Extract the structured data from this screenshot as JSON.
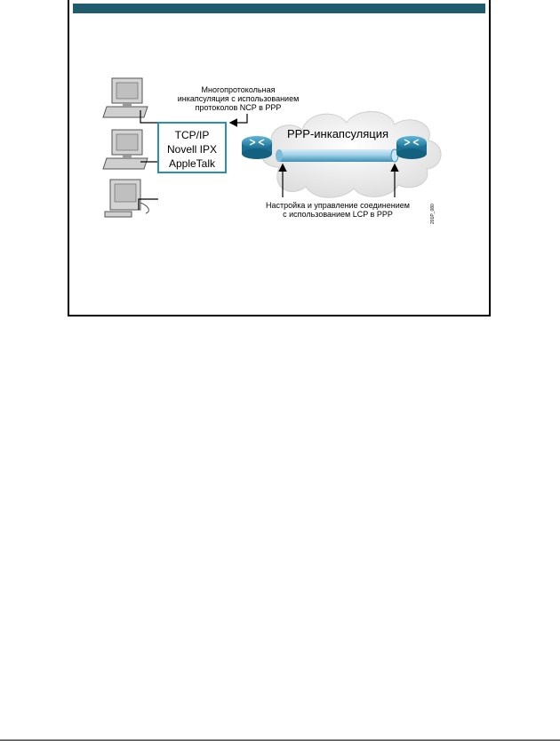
{
  "diagram": {
    "ncp_note": [
      "Многопротокольная",
      "инкапсуляция с использованием",
      "протоколов NCP в PPP"
    ],
    "protocols": [
      "TCP/IP",
      "Novell IPX",
      "AppleTalk"
    ],
    "ppp_label": "PPP-инкапсуляция",
    "lcp_note": [
      "Настройка и управление соединением",
      "с использованием LCP в PPP"
    ],
    "figure_code": "201P_080"
  },
  "colors": {
    "banner": "#1f5c6e",
    "router": "#2a8fb5",
    "pipe": "#9fd0e8",
    "cloud": "#ececec"
  }
}
